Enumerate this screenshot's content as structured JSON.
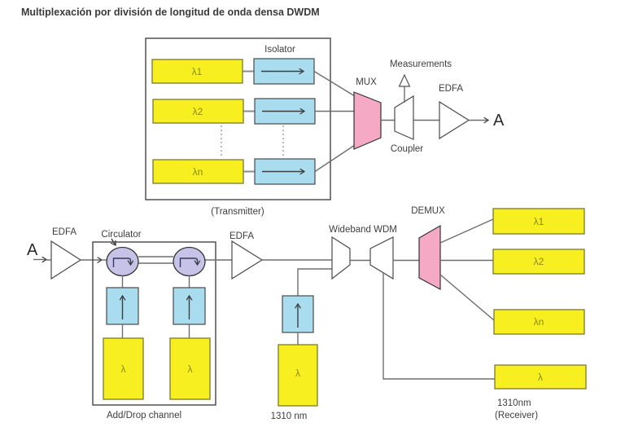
{
  "title": "Multiplexación por división de longitud de onda densa DWDM",
  "colors": {
    "yellow": "#f7ef1f",
    "cyan": "#a8dcee",
    "pink": "#f5a9c5",
    "lavender": "#c7c2e8",
    "lambda_text": "#8a8a10",
    "line": "#6e6e6e"
  },
  "transmitter": {
    "isolator_label": "Isolator",
    "channels": [
      "λ1",
      "λ2",
      "λn"
    ],
    "caption": "(Transmitter)"
  },
  "top": {
    "mux": "MUX",
    "measurements": "Measurements",
    "coupler": "Coupler",
    "edfa": "EDFA",
    "output": "A"
  },
  "bottom": {
    "input": "A",
    "edfa1": "EDFA",
    "circulator": "Circulator",
    "add_drop_caption": "Add/Drop channel",
    "drop_lambda_1": "λ",
    "drop_lambda_2": "λ",
    "edfa2": "EDFA",
    "laser_lambda": "λ",
    "laser_caption": "1310 nm",
    "wideband": "Wideband WDM",
    "demux": "DEMUX",
    "rx_channels": [
      "λ1",
      "λ2",
      "λn"
    ],
    "rx_lambda": "λ",
    "rx_caption_1": "1310nm",
    "rx_caption_2": "(Receiver)"
  }
}
